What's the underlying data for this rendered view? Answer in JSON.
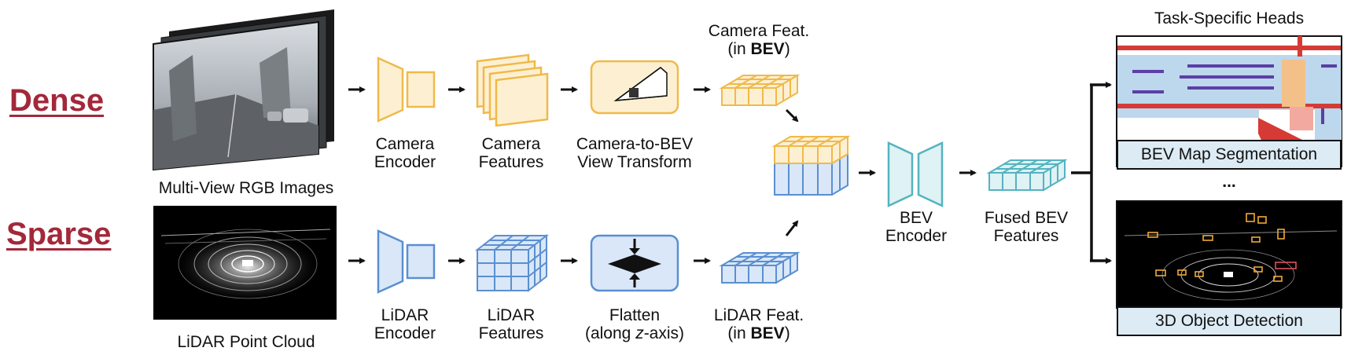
{
  "rows": {
    "dense": "Dense",
    "sparse": "Sparse"
  },
  "inputs": {
    "camera": "Multi-View RGB Images",
    "lidar": "LiDAR Point Cloud"
  },
  "camera_branch": {
    "encoder": [
      "Camera",
      "Encoder"
    ],
    "features": [
      "Camera",
      "Features"
    ],
    "transform": [
      "Camera-to-BEV",
      "View Transform"
    ],
    "bev_feat_line1": "Camera Feat.",
    "bev_feat_open": "(in ",
    "bev_feat_bold": "BEV",
    "bev_feat_close": ")"
  },
  "lidar_branch": {
    "encoder": [
      "LiDAR",
      "Encoder"
    ],
    "features": [
      "LiDAR",
      "Features"
    ],
    "flatten_line1": "Flatten",
    "flatten_open": "(along ",
    "flatten_axis": "z",
    "flatten_close": "-axis)",
    "bev_feat_line1": "LiDAR Feat.",
    "bev_feat_open": "(in ",
    "bev_feat_bold": "BEV",
    "bev_feat_close": ")"
  },
  "fusion": {
    "encoder": [
      "BEV",
      "Encoder"
    ],
    "fused": [
      "Fused BEV",
      "Features"
    ]
  },
  "heads": {
    "title": "Task-Specific Heads",
    "map": "BEV Map Segmentation",
    "ellipsis": "...",
    "detection": "3D Object Detection"
  },
  "colors": {
    "camera_stroke": "#f0b94a",
    "camera_fill": "#fdf0d2",
    "lidar_stroke": "#5b8fd0",
    "lidar_fill": "#d9e7f8",
    "bev_stroke": "#55b3c0",
    "bev_fill": "#dff2f4",
    "title": "#a3283a"
  }
}
